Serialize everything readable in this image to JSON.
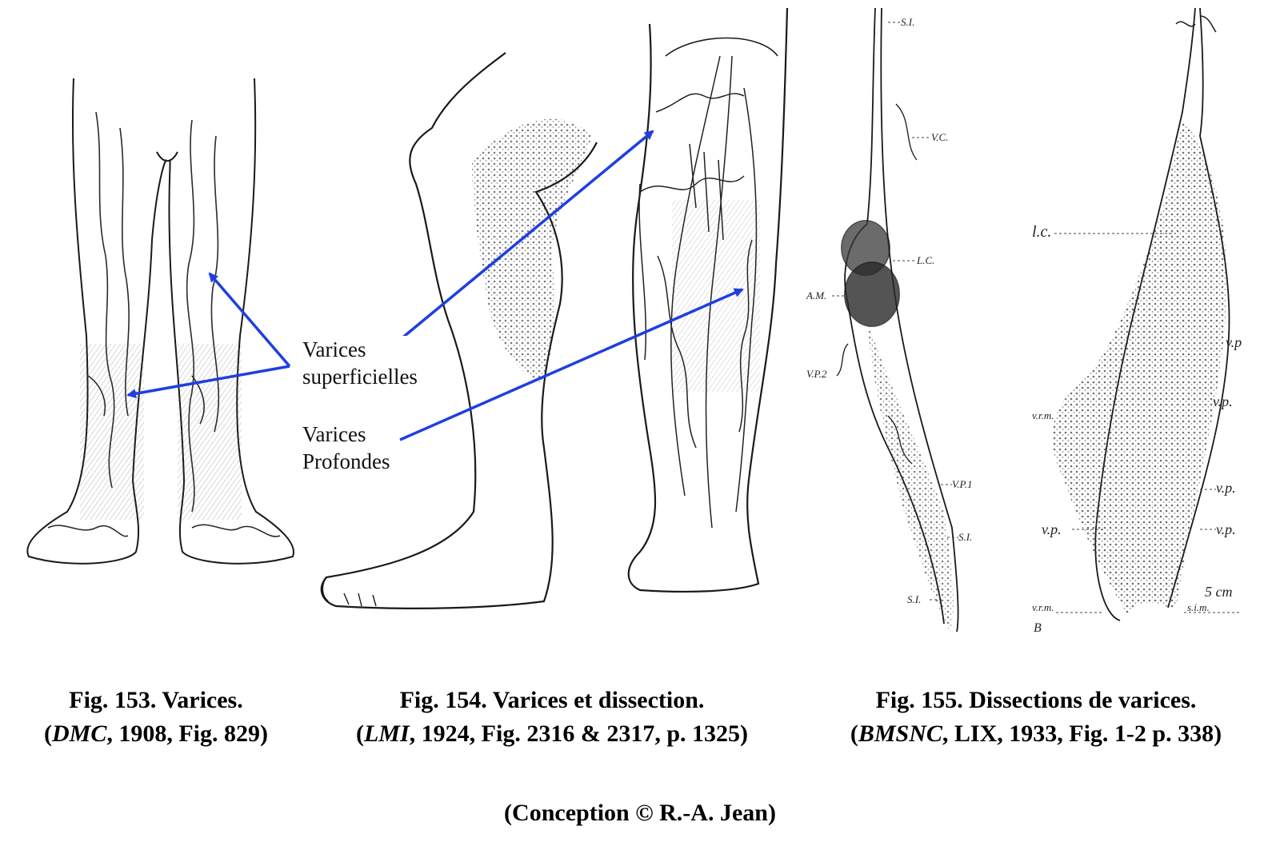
{
  "annotations": {
    "superficielles": [
      "Varices",
      "superficielles"
    ],
    "profondes": [
      "Varices",
      "Profondes"
    ]
  },
  "plate_labels": {
    "fig155a": [
      "S.I.",
      "V.C.",
      "L.C.",
      "A.M.",
      "V.P.2",
      "V.P.1",
      "S.I.",
      "S.I."
    ],
    "fig155b": [
      "l.c.",
      "v.p",
      "v.p.",
      "v.r.m.",
      "v.p.",
      "v.p.",
      "v.p.",
      "v.r.m.",
      "s.i.m.",
      "5 cm",
      "B"
    ]
  },
  "captions": [
    {
      "line1": "Fig. 153. Varices.",
      "source_italic": "DMC",
      "source_rest": ", 1908, Fig. 829)"
    },
    {
      "line1": "Fig. 154. Varices et dissection.",
      "source_italic": "LMI",
      "source_rest": ", 1924, Fig. 2316 & 2317, p. 1325)"
    },
    {
      "line1": "Fig. 155. Dissections de varices.",
      "source_italic": "BMSNC",
      "source_rest": ", LIX, 1933, Fig. 1-2 p. 338)"
    }
  ],
  "credit": "(Conception © R.-A. Jean)",
  "colors": {
    "arrow": "#1f3fe0",
    "ink": "#1a1a1a"
  },
  "icons": [
    "arrow-icon"
  ]
}
